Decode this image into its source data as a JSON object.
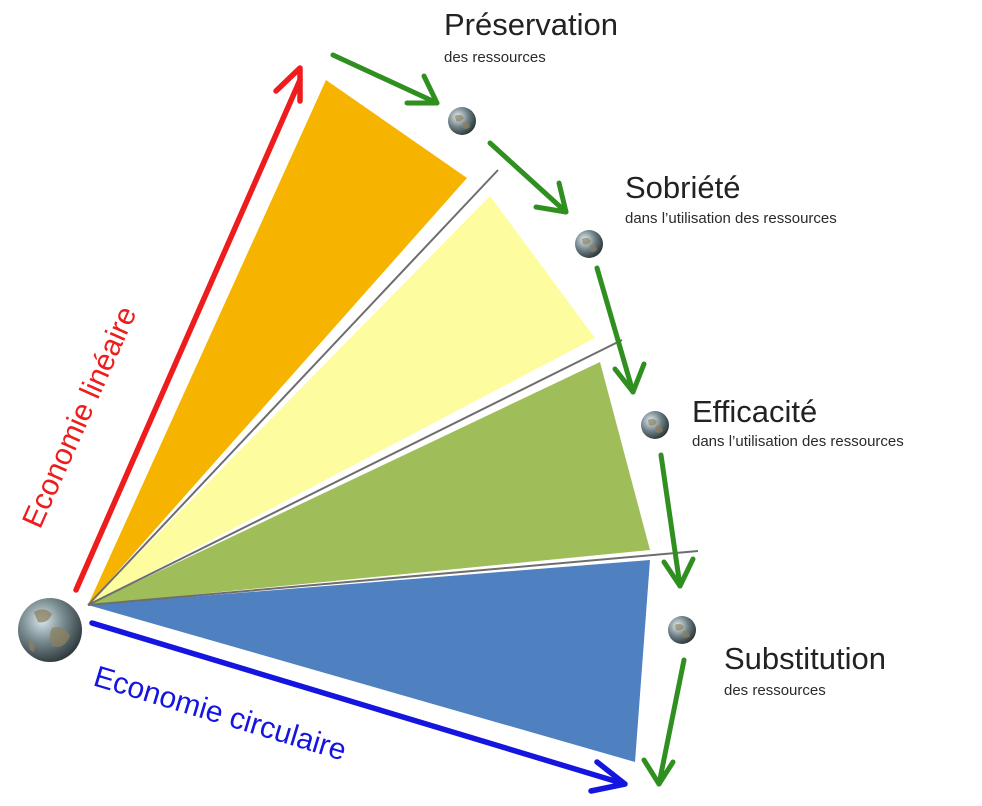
{
  "colors": {
    "linear_arrow": "#ee1c1c",
    "circular_arrow": "#1515e0",
    "step_arrow": "#2f8f1f",
    "wedge_preservation": "#f6b400",
    "wedge_sobriete": "#fdfc9e",
    "wedge_efficacite": "#9fbe5a",
    "wedge_substitution": "#4f80c0",
    "divider": "#6e6e6e"
  },
  "axes": {
    "linear": "Economie linéaire",
    "circular": "Economie circulaire"
  },
  "steps": [
    {
      "title": "Préservation",
      "subtitle": "des ressources"
    },
    {
      "title": "Sobriété",
      "subtitle": "dans  l’utilisation des ressources"
    },
    {
      "title": "Efficacité",
      "subtitle": "dans  l’utilisation des ressources"
    },
    {
      "title": "Substitution",
      "subtitle": "des ressources"
    }
  ],
  "icons": {
    "origin": "earth-globe-icon",
    "step": "earth-globe-icon"
  }
}
